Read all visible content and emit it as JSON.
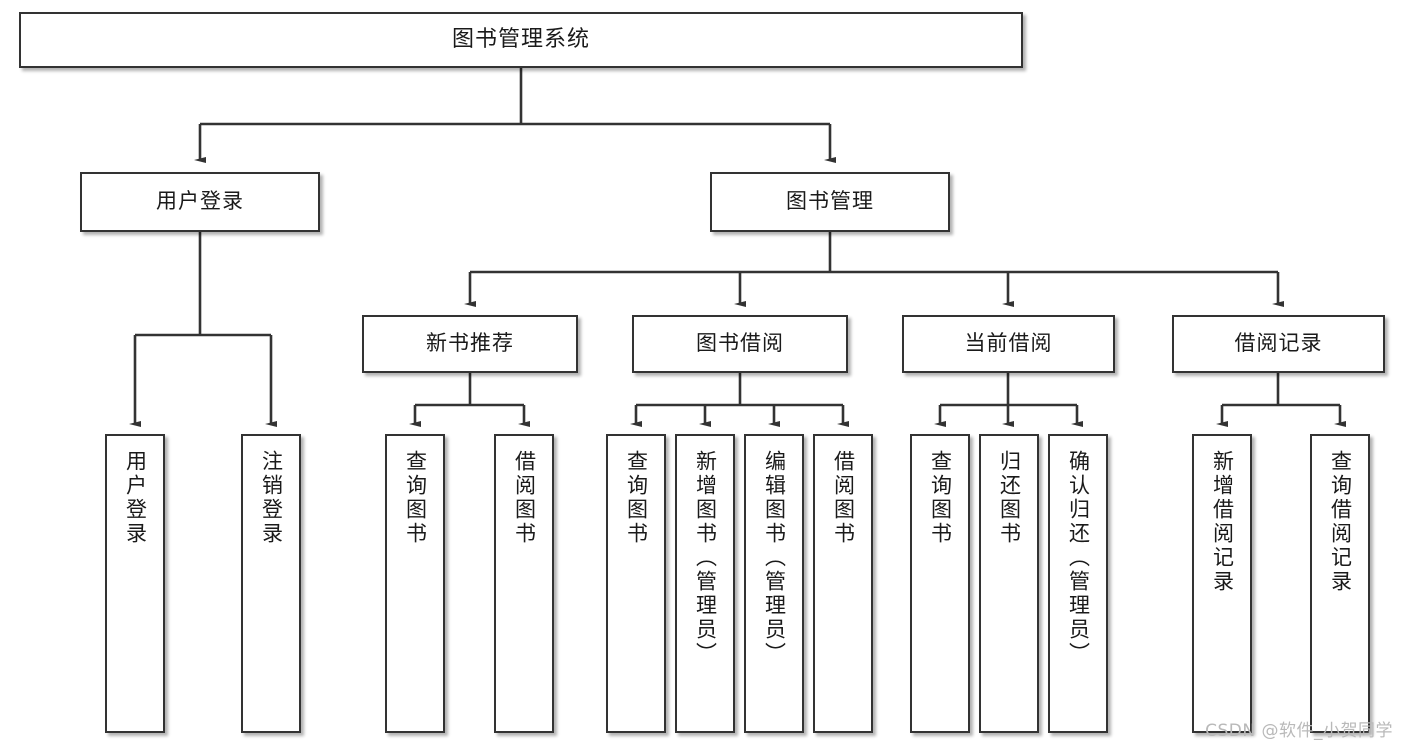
{
  "diagram": {
    "title": "图书管理系统",
    "watermark": "CSDN @软件_小贺同学",
    "colors": {
      "background": "#ffffff",
      "node_fill": "#ffffff",
      "node_stroke": "#333333",
      "edge_stroke": "#333333",
      "text": "#1a1a1a",
      "watermark": "#b9b9b9"
    },
    "nodes": {
      "root": "图书管理系统",
      "level1": {
        "user_login": "用户登录",
        "book_manage": "图书管理"
      },
      "level2": {
        "new_book_rec": "新书推荐",
        "book_borrow": "图书借阅",
        "current_borrow": "当前借阅",
        "borrow_record": "借阅记录"
      },
      "leaves": {
        "user_login_1": "用户登录",
        "user_login_2": "注销登录",
        "new_book_rec_1": "查询图书",
        "new_book_rec_2": "借阅图书",
        "book_borrow_1": "查询图书",
        "book_borrow_2": "新增图书（管理员）",
        "book_borrow_3": "编辑图书（管理员）",
        "book_borrow_4": "借阅图书",
        "current_borrow_1": "查询图书",
        "current_borrow_2": "归还图书",
        "current_borrow_3": "确认归还（管理员）",
        "borrow_record_1": "新增借阅记录",
        "borrow_record_2": "查询借阅记录"
      }
    }
  }
}
